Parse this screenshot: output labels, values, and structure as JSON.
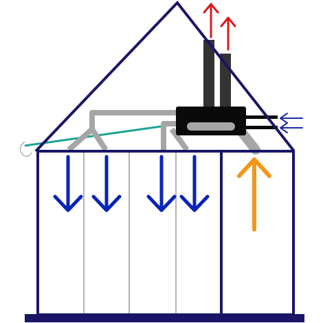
{
  "colors": {
    "outline": "#1a1566",
    "divider": "#b3b3b3",
    "duct": "#a6a6a6",
    "unit": "#0a0a0a",
    "exhaust_stack": "#333333",
    "supply_arrow": "#0a24b8",
    "extract_arrow": "#f2961c",
    "exhaust_arrow": "#e01818",
    "intake_arrow": "#1e2aa8",
    "roof_line": "#1aa391",
    "background": "#ffffff"
  },
  "diagram": {
    "type": "house-ventilation-schematic",
    "icons": {
      "supply": "down-arrow-icon",
      "extract": "up-arrow-icon",
      "exhaust": "up-arrow-icon",
      "intake": "left-arrow-icon"
    },
    "supply_arrow_count": 4,
    "extract_arrow_count": 1,
    "exhaust_arrow_count": 2,
    "intake_arrow_count": 2
  }
}
